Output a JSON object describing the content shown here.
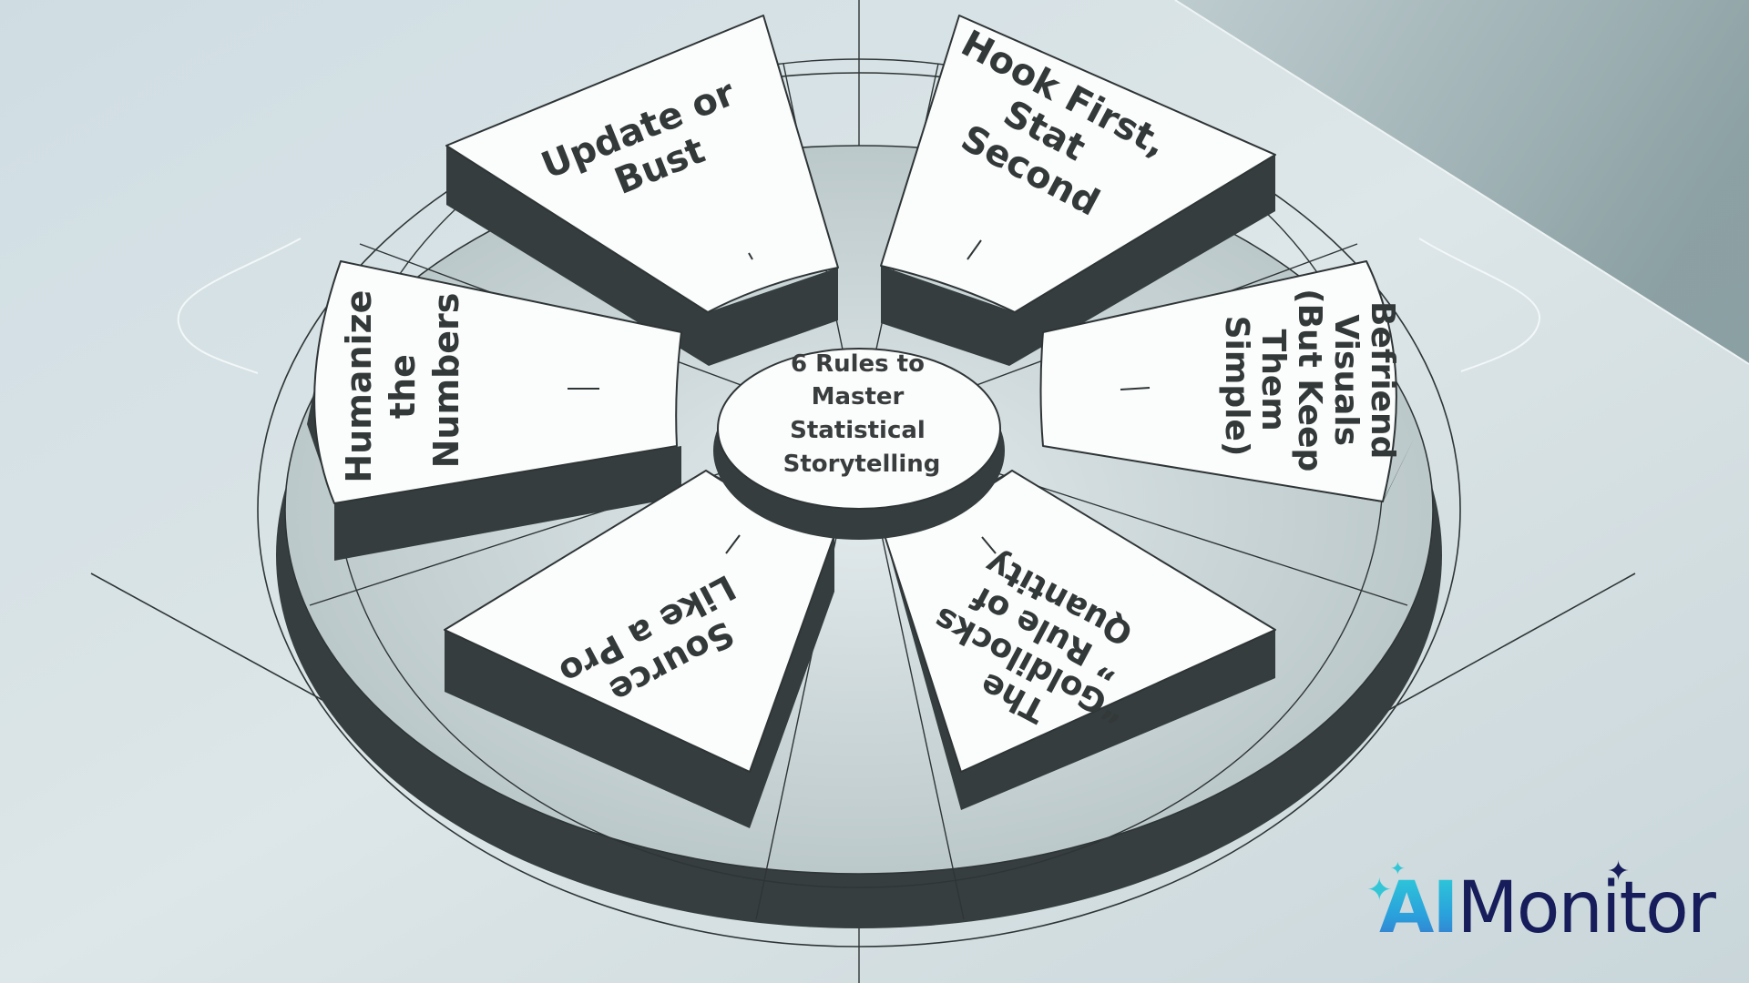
{
  "title": "6 Rules to Master Statistical Storytelling",
  "center": {
    "lines": [
      "6 Rules to",
      "Master",
      "Statistical",
      "Storytelling"
    ]
  },
  "rules": [
    {
      "id": "update",
      "lines": [
        "Update or",
        "Bust"
      ]
    },
    {
      "id": "hook",
      "lines": [
        "Hook First,",
        "Stat",
        "Second"
      ]
    },
    {
      "id": "visuals",
      "lines": [
        "Befriend",
        "Visuals",
        "(But Keep",
        "Them",
        "Simple)"
      ]
    },
    {
      "id": "goldilocks",
      "lines": [
        "The",
        "“Goldilocks",
        "” Rule of",
        "Quantity"
      ]
    },
    {
      "id": "source",
      "lines": [
        "Source",
        "Like a Pro"
      ]
    },
    {
      "id": "humanize",
      "lines": [
        "Humanize",
        "the",
        "Numbers"
      ]
    }
  ],
  "logo": {
    "ai": "AI",
    "rest": "Monitor"
  },
  "colors": {
    "background": "#d6e1e5",
    "panel_face": "#fbfcfc",
    "panel_side": "#353d3e",
    "text": "#333839",
    "logo_navy": "#161d5a",
    "logo_cyan": "#2ed0d8"
  }
}
